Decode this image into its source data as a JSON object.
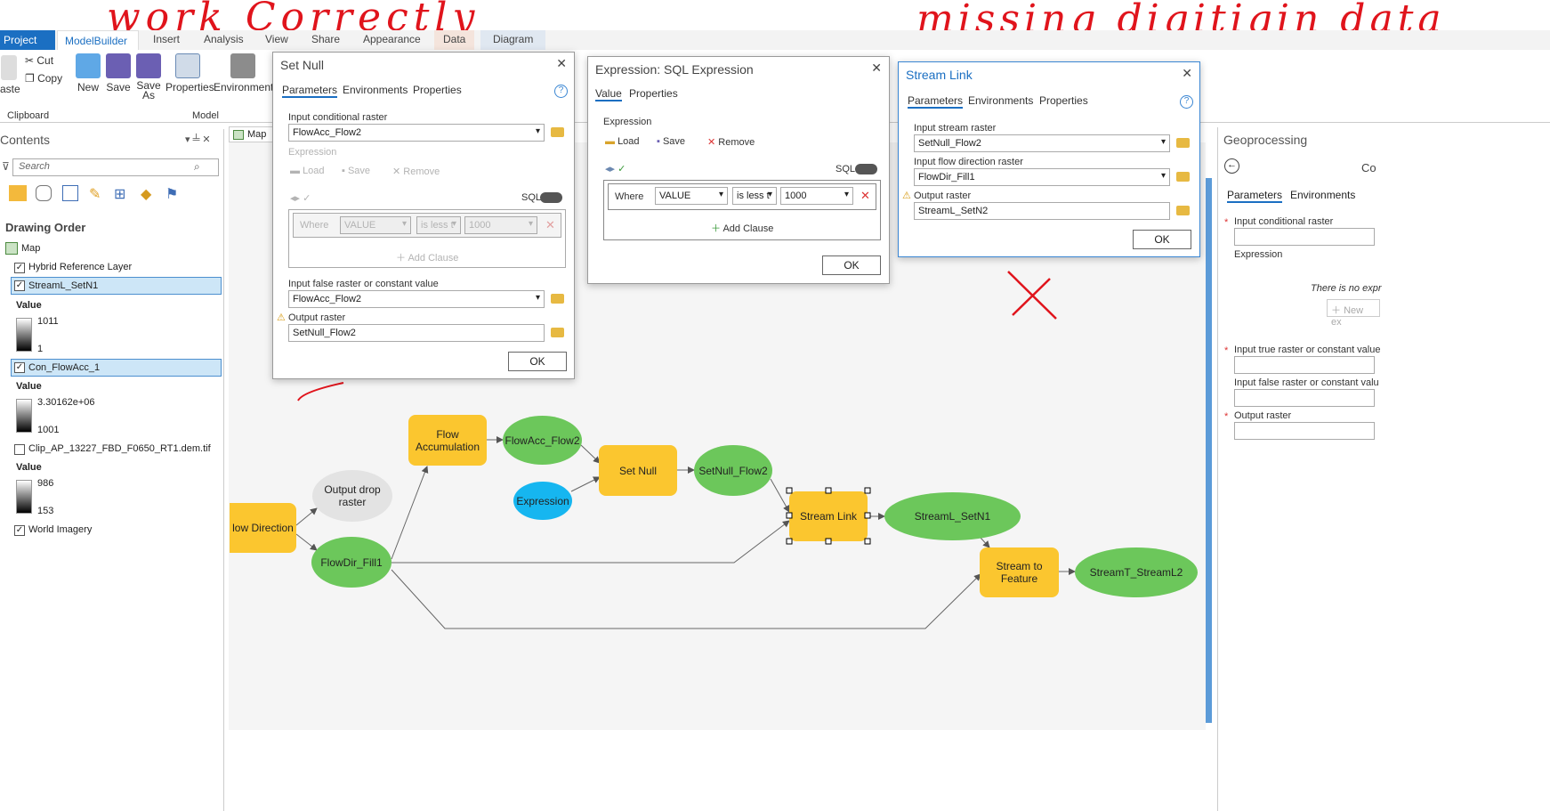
{
  "ribbon": {
    "tabs": [
      "Project",
      "ModelBuilder",
      "Insert",
      "Analysis",
      "View",
      "Share",
      "Appearance",
      "Data",
      "Diagram"
    ],
    "clipboard": {
      "cut": "Cut",
      "copy": "Copy",
      "paste": "aste",
      "group": "Clipboard"
    },
    "model": {
      "new": "New",
      "save": "Save",
      "save_as": "Save As",
      "properties": "Properties",
      "environments": "Environments",
      "group": "Model"
    }
  },
  "contents": {
    "title": "Contents",
    "search_placeholder": "Search",
    "drawing_order": "Drawing Order",
    "map": "Map",
    "layers": [
      {
        "name": "Hybrid Reference Layer",
        "checked": true
      },
      {
        "name": "StreamL_SetN1",
        "checked": true,
        "value_label": "Value",
        "high": "1011",
        "low": "1"
      },
      {
        "name": "Con_FlowAcc_1",
        "checked": true,
        "value_label": "Value",
        "high": "3.30162e+06",
        "low": "1001"
      },
      {
        "name": "Clip_AP_13227_FBD_F0650_RT1.dem.tif",
        "checked": false,
        "value_label": "Value",
        "high": "986",
        "low": "153"
      },
      {
        "name": "World Imagery",
        "checked": true
      }
    ]
  },
  "map_tab": "Map",
  "model": {
    "nodes": {
      "flow_direction": "low Direction",
      "output_drop": "Output drop raster",
      "flowdir_fill": "FlowDir_Fill1",
      "flow_accumulation": "Flow Accumulation",
      "flowacc_flow2": "FlowAcc_Flow2",
      "expression": "Expression",
      "set_null": "Set Null",
      "setnull_flow2": "SetNull_Flow2",
      "stream_link": "Stream Link",
      "streaml_setn1": "StreamL_SetN1",
      "stream_to_feature": "Stream to Feature",
      "streamt_streaml2": "StreamT_StreamL2"
    }
  },
  "set_null_dialog": {
    "title": "Set Null",
    "tabs": [
      "Parameters",
      "Environments",
      "Properties"
    ],
    "input_cond_label": "Input conditional raster",
    "input_cond_value": "FlowAcc_Flow2",
    "expression_label": "Expression",
    "load": "Load",
    "save": "Save",
    "remove": "Remove",
    "sql": "SQL",
    "where": "Where",
    "field": "VALUE",
    "op": "is less t",
    "val": "1000",
    "add_clause": "Add Clause",
    "false_label": "Input false raster or constant value",
    "false_value": "FlowAcc_Flow2",
    "output_label": "Output raster",
    "output_value": "SetNull_Flow2",
    "ok": "OK"
  },
  "sql_dialog": {
    "title": "Expression: SQL Expression",
    "tabs": [
      "Value",
      "Properties"
    ],
    "expression_label": "Expression",
    "load": "Load",
    "save": "Save",
    "remove": "Remove",
    "sql": "SQL",
    "where": "Where",
    "field": "VALUE",
    "op": "is less t",
    "val": "1000",
    "add_clause": "Add Clause",
    "ok": "OK"
  },
  "stream_link_dialog": {
    "title": "Stream Link",
    "tabs": [
      "Parameters",
      "Environments",
      "Properties"
    ],
    "stream_label": "Input stream raster",
    "stream_value": "SetNull_Flow2",
    "flowdir_label": "Input flow direction raster",
    "flowdir_value": "FlowDir_Fill1",
    "output_label": "Output raster",
    "output_value": "StreamL_SetN2",
    "ok": "OK"
  },
  "geoprocessing": {
    "title": "Geoprocessing",
    "tool_title_partial": "Co",
    "tabs": [
      "Parameters",
      "Environments"
    ],
    "input_cond": "Input conditional raster",
    "expression": "Expression",
    "no_expr": "There is no expr",
    "new_ex": "New ex",
    "true_raster": "Input true raster or constant value",
    "false_raster": "Input false raster or constant valu",
    "output_raster": "Output raster"
  },
  "annotations": {
    "work_correctly": "work Correctly",
    "missing": "missing digitigin data"
  }
}
